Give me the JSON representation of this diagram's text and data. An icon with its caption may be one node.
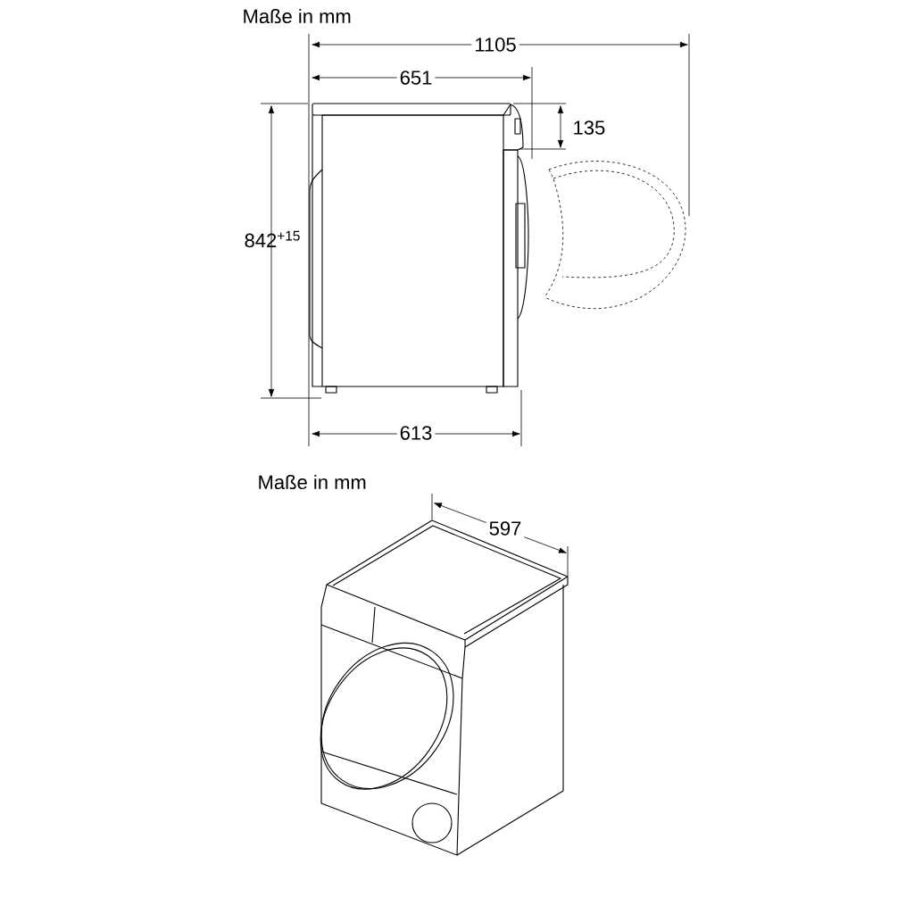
{
  "diagram": {
    "labels": [
      "Maße in mm",
      "1105",
      "651",
      "135",
      "842$^{+15}$",
      "613",
      "Maße in mm",
      "597"
    ]
  }
}
